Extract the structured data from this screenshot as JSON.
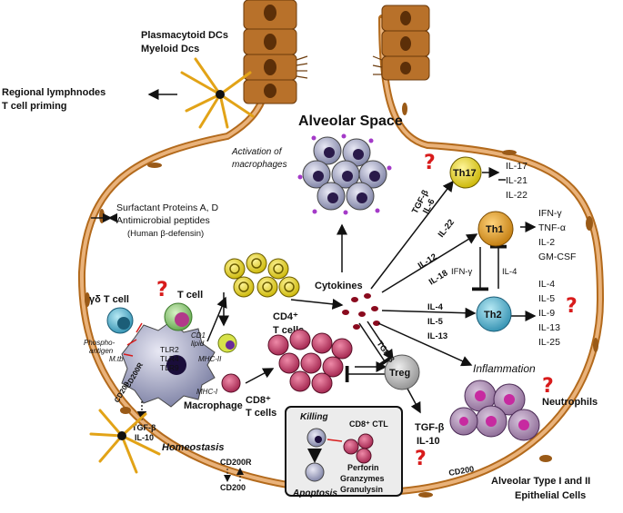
{
  "title": "Alveolar Space",
  "top_left": {
    "line1": "Plasmacytoid DCs",
    "line2": "Myeloid Dcs"
  },
  "regional": {
    "line1": "Regional lymphnodes",
    "line2": "T cell priming"
  },
  "surfactant": {
    "line1": "Surfactant Proteins A, D",
    "line2": "Antimicrobial peptides",
    "line3": "(Human β-defensin)"
  },
  "activation": {
    "line1": "Activation of",
    "line2": "macrophages"
  },
  "cytokines": "Cytokines",
  "cells": {
    "gd_t": "γδ T cell",
    "t_cell": "T cell",
    "cd4": {
      "line1": "CD4⁺",
      "line2": "T cells"
    },
    "cd8": {
      "line1": "CD8⁺",
      "line2": "T cells"
    },
    "macrophage": "Macrophage",
    "th17": "Th17",
    "th1": "Th1",
    "th2": "Th2",
    "treg": "Treg",
    "neutrophils": "Neutrophils"
  },
  "receptors": {
    "tlr2": "TLR2",
    "tlr4": "TLR4",
    "tlr9": "TLR9",
    "mhc2": "MHC-II",
    "mhc1": "MHC-I",
    "cd1": "CD1",
    "lipid": "lipid",
    "phospho1": "Phospho-",
    "phospho2": "antigen",
    "mtb": "M.tb",
    "cd200r": "CD200R",
    "cd200": "CD200"
  },
  "arrows": {
    "tgfb": "TGF-β",
    "il6": "IL-6",
    "il22": "IL-22",
    "il12": "IL-12",
    "il18": "IL-18",
    "il4": "IL-4",
    "il5": "IL-5",
    "il13": "IL-13",
    "ifng": "IFN-γ",
    "il4b": "IL-4",
    "tgfb2": "TGF-β"
  },
  "th17_out": [
    "IL-17",
    "IL-21",
    "IL-22"
  ],
  "th1_out": [
    "IFN-γ",
    "TNF-α",
    "IL-2",
    "GM-CSF"
  ],
  "th2_out": [
    "IL-4",
    "IL-5",
    "IL-9",
    "IL-13",
    "IL-25"
  ],
  "treg_out": {
    "line1": "TGF-β",
    "line2": "IL-10"
  },
  "mac_out": {
    "line1": "TGF-β",
    "line2": "IL-10"
  },
  "inflammation": "Inflammation",
  "homeostasis": "Homeostasis",
  "cd200r_bottom": "CD200R",
  "cd200_bottom": "CD200",
  "cd200_right": "CD200",
  "killing_box": {
    "killing": "Killing",
    "ctl": "CD8⁺ CTL",
    "perforin": "Perforin",
    "granzymes": "Granzymes",
    "granulysin": "Granulysin",
    "apoptosis": "Apoptosis"
  },
  "epithelial": {
    "line1": "Alveolar Type I and II",
    "line2": "Epithelial Cells"
  },
  "question_mark": "?"
}
